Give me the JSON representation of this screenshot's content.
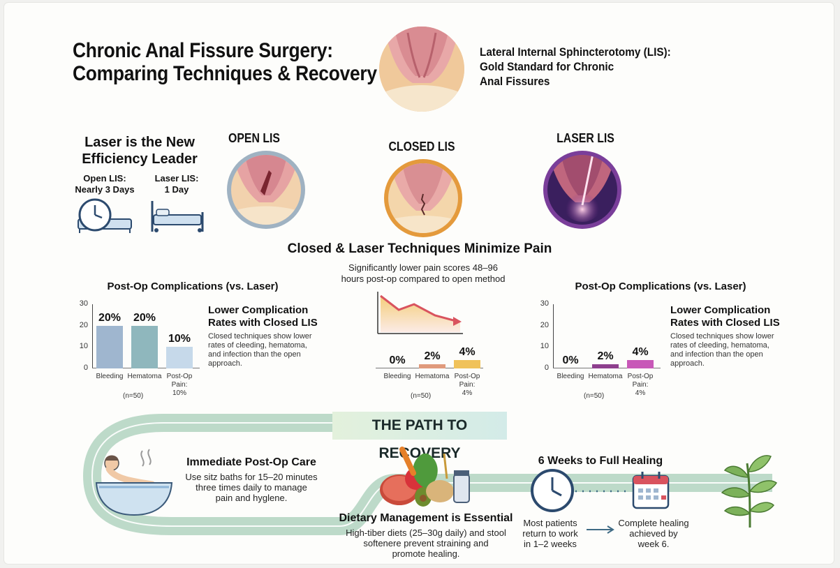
{
  "header": {
    "title_line1": "Chronic Anal Fissure Surgery:",
    "title_line2": "Comparing Techniques & Recovery",
    "subtitle_line1": "Lateral Internal Sphincterotomy (LIS):",
    "subtitle_line2": "Gold Standard for Chronic",
    "subtitle_line3": "Anal Fissures"
  },
  "efficiency": {
    "heading_line1": "Laser is the New",
    "heading_line2": "Efficiency Leader",
    "open_label_line1": "Open LIS:",
    "open_label_line2": "Nearly 3 Days",
    "laser_label_line1": "Laser LIS:",
    "laser_label_line2": "1 Day"
  },
  "techniques": {
    "open": "OPEN LIS",
    "closed": "CLOSED LIS",
    "laser": "LASER LIS"
  },
  "pain": {
    "heading": "Closed & Laser Techniques Minimize Pain",
    "text_line1": "Significantly lower pain scores 48–96",
    "text_line2": "hours post-op compared to open method"
  },
  "complications": {
    "heading": "Post-Op Complications (vs. Laser)",
    "note_heading_line1": "Lower Complication",
    "note_heading_line2": "Rates with Closed LIS",
    "note_text_line1": "Closed techniques show lower",
    "note_text_line2": "rates of cleeding, hematoma,",
    "note_text_line3": "and infection than the open",
    "note_text_line4": "approach.",
    "n_label": "(n=50)"
  },
  "chart_data": [
    {
      "type": "bar",
      "title": "Post-Op Complications (vs. Laser)",
      "categories": [
        "Bleeding",
        "Hematoma",
        "Post-Op Pain: 10%"
      ],
      "values": [
        20,
        20,
        10
      ],
      "value_labels": [
        "20%",
        "20%",
        "10%"
      ],
      "y_ticks": [
        "0",
        "10",
        "20",
        "30"
      ],
      "ylim": [
        0,
        30
      ],
      "colors": [
        "#9fb6cf",
        "#8fb7bd",
        "#c6d9ea"
      ]
    },
    {
      "type": "bar",
      "title": "",
      "categories": [
        "Bleeding",
        "Hematoma",
        "Post-Op Pain: 4%"
      ],
      "values": [
        0,
        2,
        4
      ],
      "value_labels": [
        "0%",
        "2%",
        "4%"
      ],
      "ylim": [
        0,
        30
      ],
      "colors": [
        "#e8b08c",
        "#e09a7c",
        "#f0c25a"
      ]
    },
    {
      "type": "bar",
      "title": "Post-Op Complications (vs. Laser)",
      "categories": [
        "Bleeding",
        "Hematoma",
        "Post-Op Pain: 4%"
      ],
      "values": [
        0,
        2,
        4
      ],
      "value_labels": [
        "0%",
        "2%",
        "4%"
      ],
      "y_ticks": [
        "0",
        "10",
        "20",
        "30"
      ],
      "ylim": [
        0,
        30
      ],
      "colors": [
        "#d0a6cf",
        "#8e3f8e",
        "#c858b8"
      ]
    }
  ],
  "recovery": {
    "banner": "THE PATH TO RECOVERY",
    "step1_head": "Immediate Post-Op Care",
    "step1_text_line1": "Use sitz baths for 15–20 minutes",
    "step1_text_line2": "three times daily to manage",
    "step1_text_line3": "pain and hyglene.",
    "step2_head": "Dietary Management is Essential",
    "step2_text_line1": "High-tiber diets (25–30g daily) and stool",
    "step2_text_line2": "softenere prevent straining and",
    "step2_text_line3": "promote healing.",
    "step3_head": "6 Weeks to Full Healing",
    "step3_a_line1": "Most patients",
    "step3_a_line2": "return to work",
    "step3_a_line3": "in 1–2 weeks",
    "step3_b_line1": "Complete healing",
    "step3_b_line2": "achieved by",
    "step3_b_line3": "week 6."
  },
  "colors": {
    "open_ring": "#9fb2c2",
    "closed_ring": "#e49a3c",
    "laser_ring": "#7a3e9a",
    "path": "#a7cdb8"
  }
}
